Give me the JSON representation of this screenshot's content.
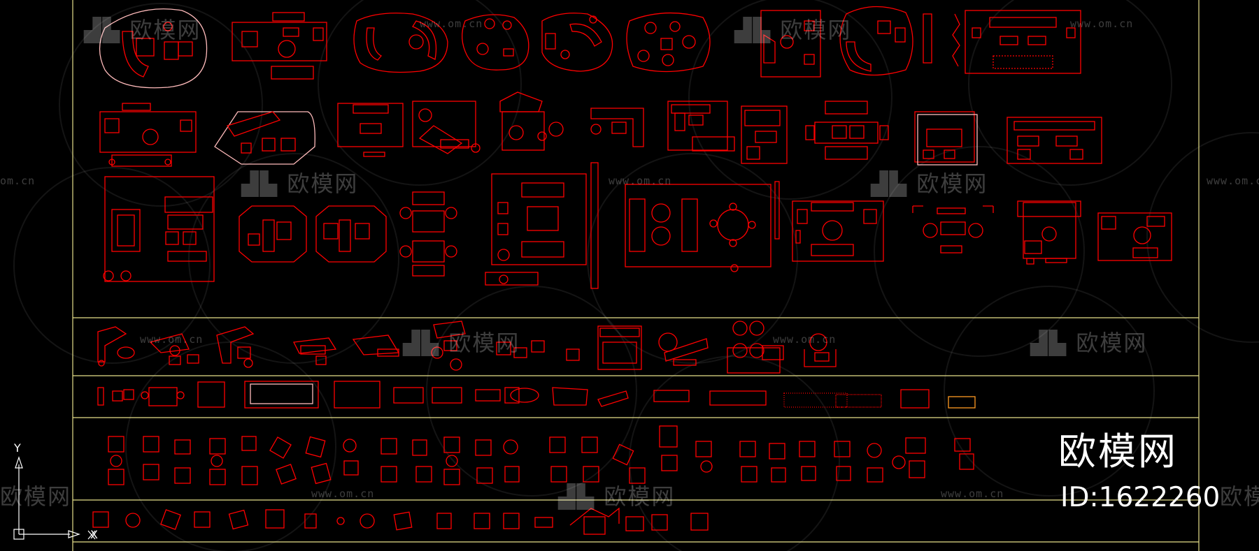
{
  "app": {
    "title": "CAD model viewport - furniture plan blocks",
    "background_color": "#000000",
    "line_color": "#ff0000",
    "frame_color": "#e6e08a"
  },
  "watermark": {
    "logo_text": "欧模网",
    "url_text": "www.om.cn",
    "url_fragment": "om.cn",
    "logo_fragment": "欧模网",
    "icon": "sofa-logo-icon"
  },
  "brand": {
    "name": "欧模网",
    "id_text": "ID:1622260"
  },
  "ucs": {
    "x_label": "X",
    "y_label": "Y",
    "icon": "ucs-axis-icon"
  }
}
